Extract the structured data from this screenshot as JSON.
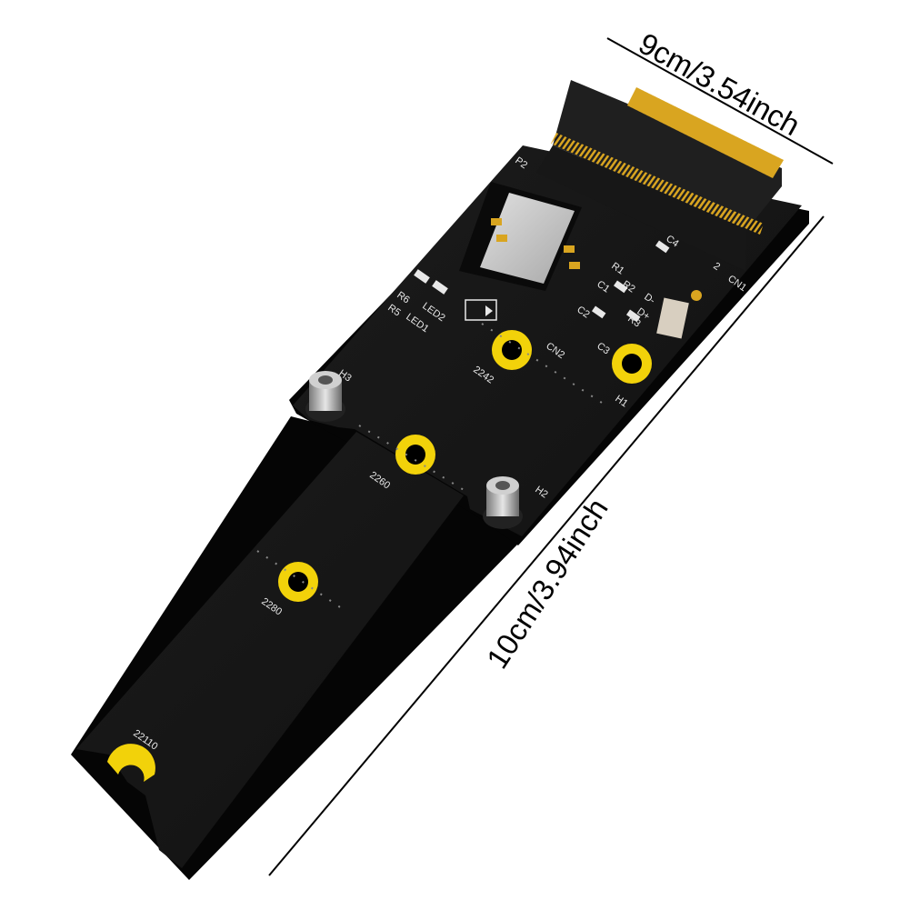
{
  "dimensions": {
    "width_label": "9cm/3.54inch",
    "length_label": "10cm/3.94inch"
  },
  "board_silkscreen": {
    "mount_positions": [
      "2242",
      "2260",
      "2280",
      "22110"
    ],
    "holes": [
      "H1",
      "H2",
      "H3"
    ],
    "connectors": [
      "CN1",
      "CN2"
    ],
    "components": [
      "LED1",
      "LED2",
      "R5",
      "R6",
      "R1",
      "R2",
      "R3",
      "C1",
      "C2",
      "C3",
      "C4",
      "D-",
      "D+"
    ],
    "misc": [
      "P2",
      "2"
    ]
  },
  "colors": {
    "pcb": "#151515",
    "gold_ring": "#f2d20a",
    "gold_contact": "#d9a520",
    "connector": "#1f1f1f",
    "standoff": "#b8b8b8",
    "sim_tray": "#c9c9c9"
  }
}
